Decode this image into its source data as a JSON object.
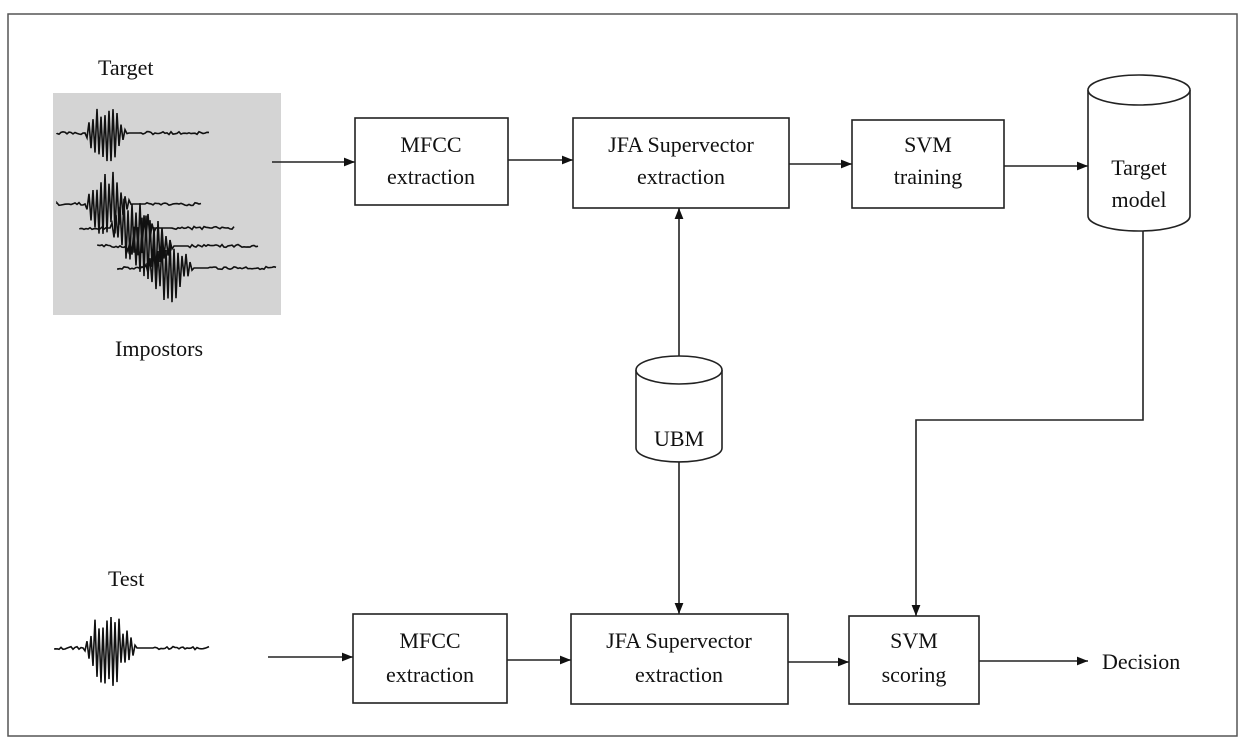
{
  "labels": {
    "target": "Target",
    "impostors": "Impostors",
    "test": "Test",
    "decision": "Decision"
  },
  "blocks": {
    "mfcc_top": [
      "MFCC",
      "extraction"
    ],
    "jfa_top": [
      "JFA Supervector",
      "extraction"
    ],
    "svm_train": [
      "SVM",
      "training"
    ],
    "target_model": [
      "Target",
      "model"
    ],
    "ubm": [
      "UBM"
    ],
    "mfcc_bottom": [
      "MFCC",
      "extraction"
    ],
    "jfa_bottom": [
      "JFA Supervector",
      "extraction"
    ],
    "svm_score": [
      "SVM",
      "scoring"
    ]
  },
  "colors": {
    "waveform_panel": "#d4d4d4",
    "ink": "#111111",
    "frame": "#555555"
  },
  "icons": {
    "target_waveforms": "stacked-speech-waveforms-icon",
    "test_waveform": "speech-waveform-icon",
    "target_model": "database-cylinder-icon",
    "ubm": "database-cylinder-icon"
  }
}
